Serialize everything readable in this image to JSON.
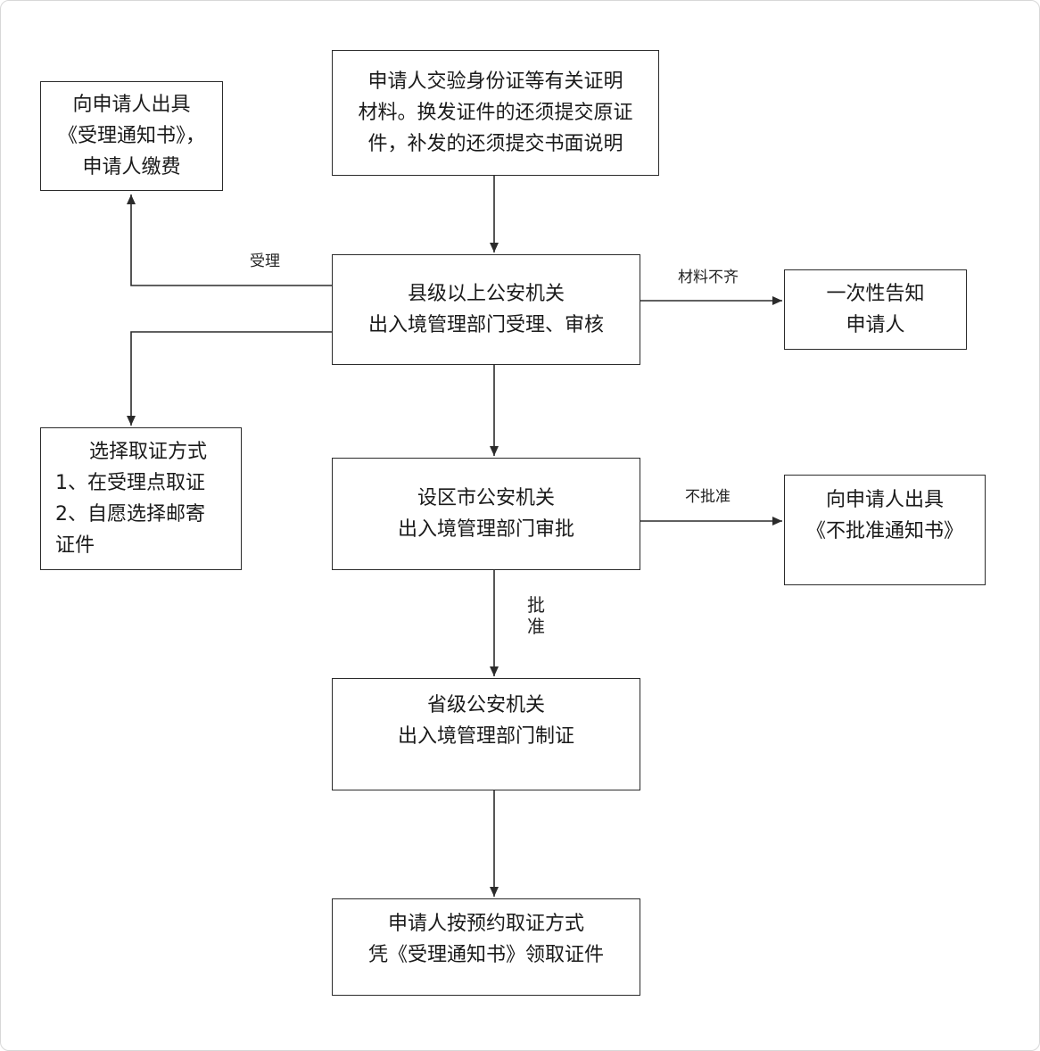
{
  "nodes": {
    "submit_materials": [
      "申请人交验身份证等有关证明",
      "材料。换发证件的还须提交原证",
      "件，补发的还须提交书面说明"
    ],
    "issue_receipt": [
      "向申请人出具",
      "《受理通知书》，",
      "申请人缴费"
    ],
    "county_accept_review": [
      "县级以上公安机关",
      "出入境管理部门受理、审核"
    ],
    "notify_once": [
      "一次性告知",
      "申请人"
    ],
    "choose_pickup": [
      "选择取证方式",
      "1、在受理点取证",
      "2、自愿选择邮寄",
      "证件"
    ],
    "city_approval": [
      "设区市公安机关",
      "出入境管理部门审批"
    ],
    "issue_rejection": [
      "向申请人出具",
      "《不批准通知书》"
    ],
    "province_make_cert": [
      "省级公安机关",
      "出入境管理部门制证"
    ],
    "collect_cert": [
      "申请人按预约取证方式",
      "凭《受理通知书》领取证件"
    ]
  },
  "edge_labels": {
    "accepted": "受理",
    "materials_incomplete": "材料不齐",
    "not_approved": "不批准",
    "approved": "批准"
  },
  "colors": {
    "line": "#2b2b2b",
    "box_border": "#2b2b2b",
    "background": "#ffffff"
  }
}
